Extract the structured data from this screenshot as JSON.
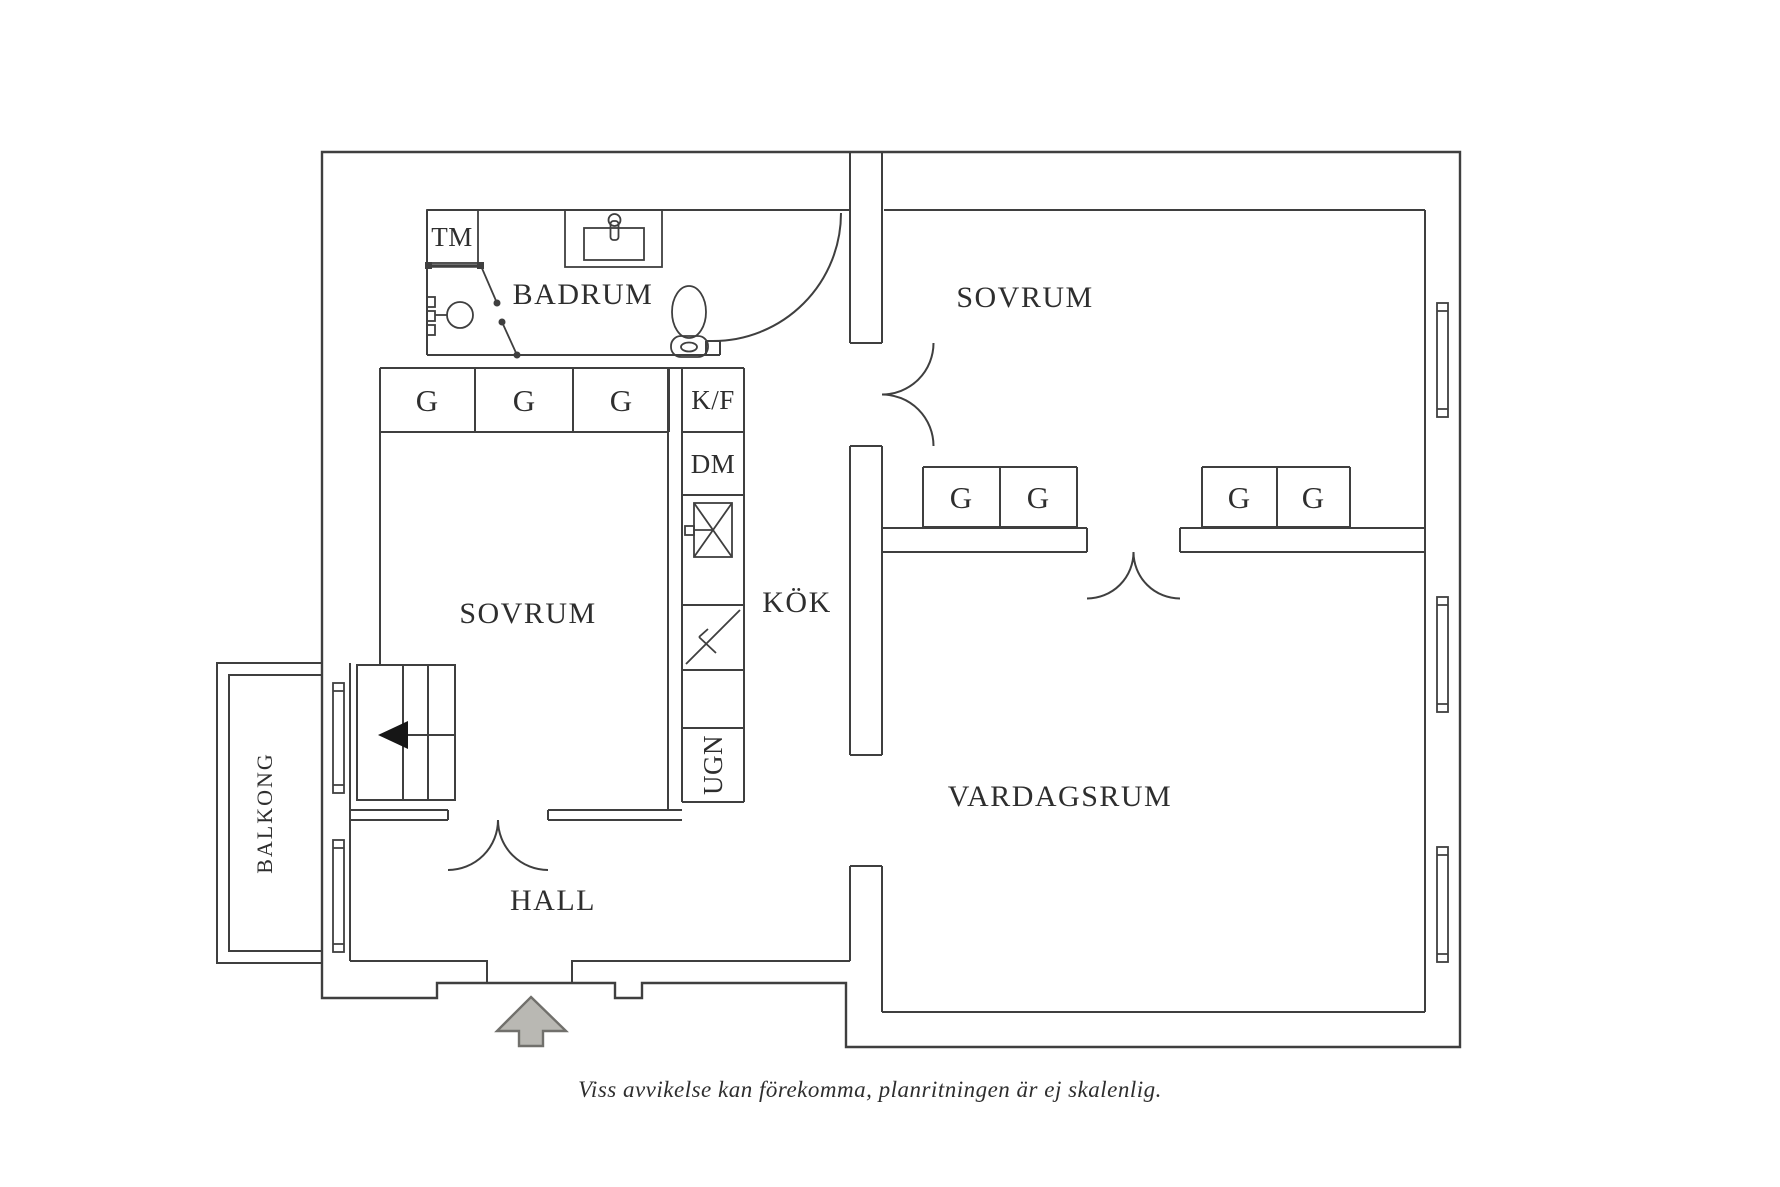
{
  "plan": {
    "rooms": {
      "badrum": "BADRUM",
      "sovrum_top": "SOVRUM",
      "sovrum_left": "SOVRUM",
      "kok": "KÖK",
      "hall": "HALL",
      "vardagsrum": "VARDAGSRUM",
      "balkong": "BALKONG"
    },
    "fixtures": {
      "tm": "TM",
      "kf": "K/F",
      "dm": "DM",
      "ugn": "UGN"
    },
    "closets": [
      "G",
      "G",
      "G",
      "G",
      "G",
      "G",
      "G"
    ],
    "icons": {
      "entrance_arrow": "arrow-up",
      "stair_direction_arrow": "arrow-left"
    },
    "colors": {
      "line": "#3f3f3f",
      "entrance_arrow_fill": "#b9b8b3",
      "entrance_arrow_stroke": "#71706c",
      "stair_arrow_fill": "#161616"
    },
    "footer": {
      "disclaimer": "Viss avvikelse kan förekomma, planritningen är ej skalenlig."
    }
  }
}
